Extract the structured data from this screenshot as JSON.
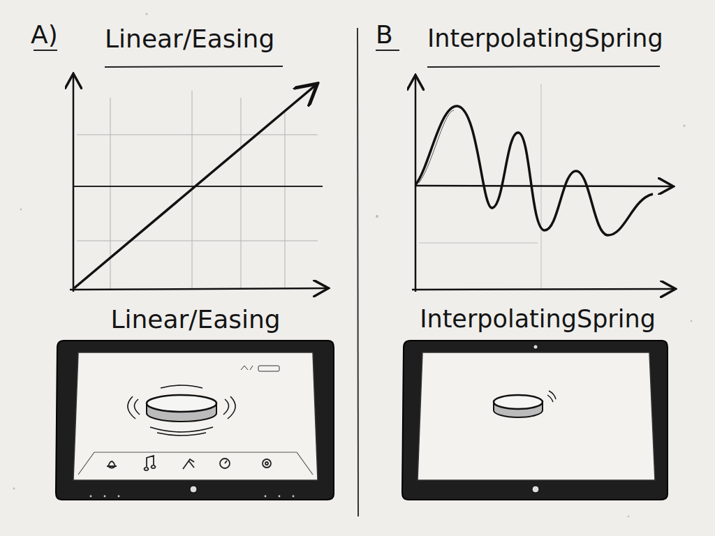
{
  "diagram": {
    "labels": [
      "A)",
      "Linear/Easing",
      "B",
      "InterpolatingSpring",
      "Linear/Easing",
      "InterpolatingSpring"
    ]
  }
}
